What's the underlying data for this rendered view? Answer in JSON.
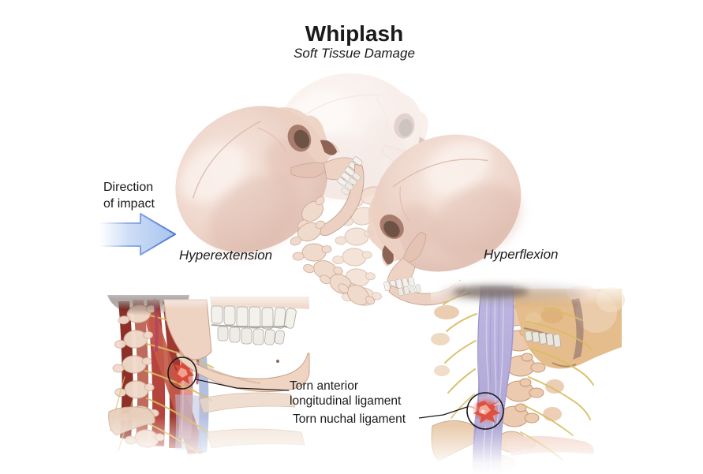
{
  "header": {
    "title": "Whiplash",
    "subtitle": "Soft Tissue Damage"
  },
  "impact_label": {
    "line1": "Direction",
    "line2": "of impact"
  },
  "motion_labels": {
    "left": "Hyperextension",
    "right": "Hyperflexion"
  },
  "injury_labels": {
    "anterior_line1": "Torn anterior",
    "anterior_line2": "longitudinal ligament",
    "nuchal": "Torn nuchal ligament"
  },
  "colors": {
    "ink": "#1a1a1a",
    "arrow_fill": "#a9c3ee",
    "arrow_stroke": "#4b79d2",
    "bone_light": "#f8ebe4",
    "bone_mid": "#eed5ca",
    "bone_shadow": "#c9a294",
    "bone_tan": "#e5bd8c",
    "vertebra_tan": "#eccab0",
    "muscle_red": "#b5453c",
    "muscle_dark": "#8e2f28",
    "muscle_light": "#c66a5a",
    "nerve_yellow": "#d9bd66",
    "ligament_lavender": "#b3abd8",
    "lavender_dark": "#8d83c2",
    "lavender_light": "#d6d2ec",
    "vessel_blue": "#a3b4dc",
    "pink_ligament": "#dd8d80",
    "artery_magenta": "#b34565",
    "injury_red": "#e23a2c",
    "teeth": "#f3f1ec",
    "teeth_shadow": "#b2ada4"
  }
}
